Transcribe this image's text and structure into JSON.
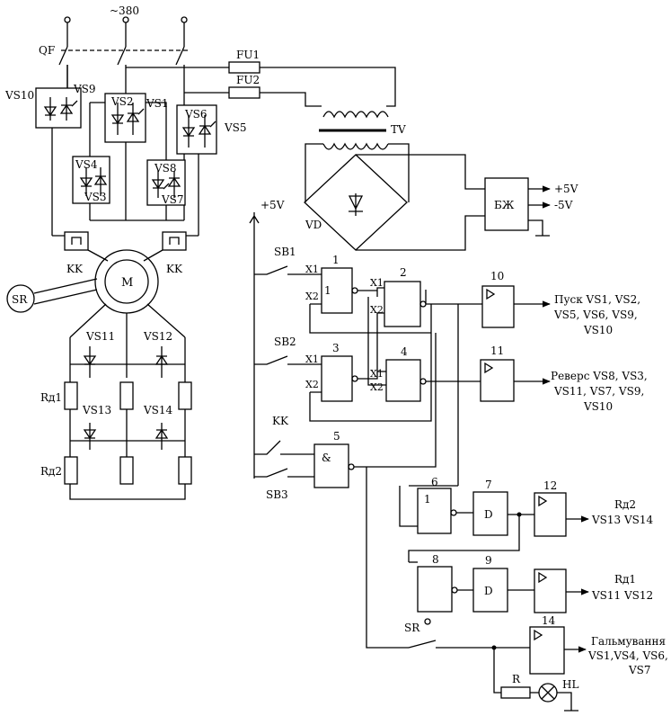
{
  "supply": {
    "voltage": "~380",
    "breaker": "QF",
    "fuse1": "FU1",
    "fuse2": "FU2",
    "transformer": "TV",
    "rectifier": "VD",
    "psu": "БЖ",
    "out_pos": "+5V",
    "out_neg": "-5V",
    "vcc": "+5V"
  },
  "thyristors": {
    "vs1": "VS1",
    "vs2": "VS2",
    "vs3": "VS3",
    "vs4": "VS4",
    "vs5": "VS5",
    "vs6": "VS6",
    "vs7": "VS7",
    "vs8": "VS8",
    "vs9": "VS9",
    "vs10": "VS10",
    "vs11": "VS11",
    "vs12": "VS12",
    "vs13": "VS13",
    "vs14": "VS14"
  },
  "motor": {
    "m": "M",
    "sr": "SR",
    "kk_left": "KK",
    "kk_right": "KK",
    "rd1": "Rд1",
    "rd2": "Rд2"
  },
  "inputs": {
    "sb1": "SB1",
    "sb2": "SB2",
    "sb3": "SB3",
    "kk": "KK",
    "sr": "SR",
    "x1": "X1",
    "x2": "X2"
  },
  "logic": {
    "one": "1",
    "and": "&",
    "d": "D",
    "n1": "1",
    "n2": "2",
    "n3": "3",
    "n4": "4",
    "n5": "5",
    "n6": "6",
    "n7": "7",
    "n8": "8",
    "n9": "9",
    "n10": "10",
    "n11": "11",
    "n12": "12",
    "n14": "14",
    "r": "R",
    "hl": "HL"
  },
  "outputs": {
    "pusk_1": "Пуск VS1, VS2,",
    "pusk_2": "VS5, VS6, VS9,",
    "pusk_3": "VS10",
    "revers_1": "Реверс VS8, VS3,",
    "revers_2": "VS11, VS7, VS9,",
    "revers_3": "VS10",
    "rd2_title": "Rд2",
    "rd2_vs": "VS13  VS14",
    "rd1_title": "Rд1",
    "rd1_vs": "VS11  VS12",
    "brake_1": "Гальмування",
    "brake_2": "VS1,VS4, VS6,",
    "brake_3": "VS7"
  },
  "colors": {
    "line": "#000000",
    "background": "#ffffff"
  }
}
